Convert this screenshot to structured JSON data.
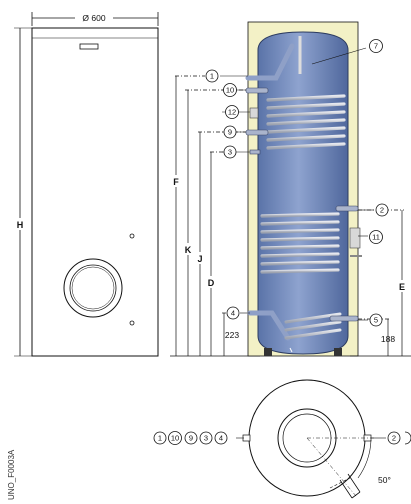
{
  "drawing": {
    "reference_code": "UNO_F0003A",
    "diameter_label": "Ø 600",
    "angle_label": "50°",
    "dimension_letters": {
      "H": "H",
      "F": "F",
      "K": "K",
      "J": "J",
      "D": "D",
      "E": "E"
    },
    "dimension_values": {
      "bottom_left": "223",
      "bottom_right": "188"
    },
    "callouts": {
      "c1": "1",
      "c2": "2",
      "c3": "3",
      "c4": "4",
      "c5": "5",
      "c7": "7",
      "c9": "9",
      "c10": "10",
      "c11": "11",
      "c12": "12"
    },
    "plan_view_callouts_left": [
      "1",
      "10",
      "9",
      "3",
      "4"
    ],
    "plan_view_callouts_right": [
      "2"
    ]
  },
  "colors": {
    "tank_blue": "#6e87b8",
    "tank_blue_light": "#9fb2d6",
    "insulation_yellow": "#f3f1c6",
    "coil_grey": "#c9cbd2",
    "line": "#111111"
  }
}
